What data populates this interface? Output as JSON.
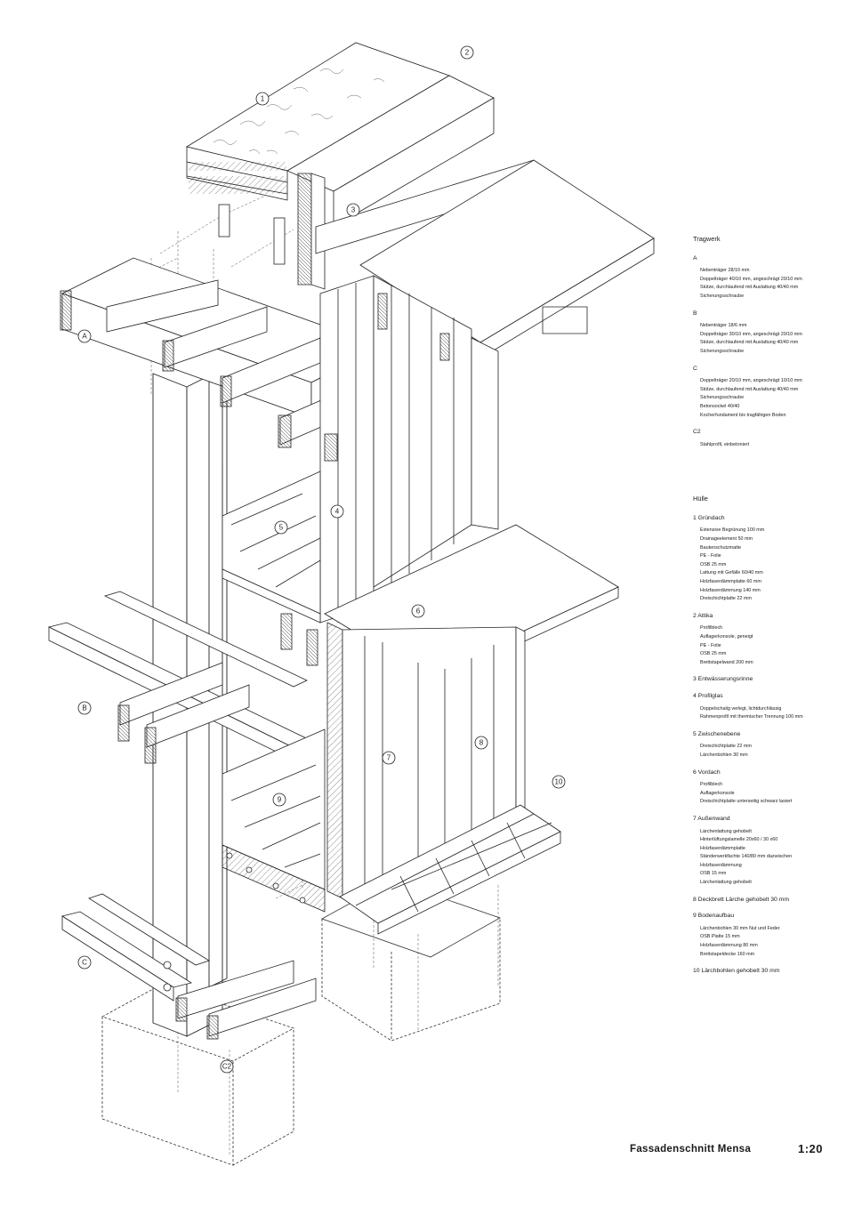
{
  "callouts": [
    {
      "id": "n1",
      "label": "1"
    },
    {
      "id": "n2",
      "label": "2"
    },
    {
      "id": "n3",
      "label": "3"
    },
    {
      "id": "n4",
      "label": "4"
    },
    {
      "id": "n5",
      "label": "5"
    },
    {
      "id": "n6",
      "label": "6"
    },
    {
      "id": "n7",
      "label": "7"
    },
    {
      "id": "n8",
      "label": "8"
    },
    {
      "id": "n9",
      "label": "9"
    },
    {
      "id": "n10",
      "label": "10"
    },
    {
      "id": "nA",
      "label": "A"
    },
    {
      "id": "nB",
      "label": "B"
    },
    {
      "id": "nC",
      "label": "C"
    },
    {
      "id": "nC2",
      "label": "C2"
    }
  ],
  "legend": {
    "tragwerk": {
      "title": "Tragwerk",
      "groups": [
        {
          "title": "A",
          "items": [
            "Nebenträger 28/10 mm",
            "Doppelträger 40/10 mm, angeschrägt 20/10 mm",
            "Stütze, durchlaufend mit Auslattung 40/40 mm",
            "Sicherungsschraube"
          ]
        },
        {
          "title": "B",
          "items": [
            "Nebenträger 18/6 mm",
            "Doppelträger 30/10 mm, angeschrägt 20/10 mm",
            "Stütze, durchlaufend mit Auslattung 40/40 mm",
            "Sicherungsschraube"
          ]
        },
        {
          "title": "C",
          "items": [
            "Doppelträger 20/10 mm, angeschrägt 10/10 mm",
            "Stütze, durchlaufend mit Auslattung 40/40 mm",
            "Sicherungsschraube",
            "Betonsockel 40/40",
            "Kocherfundament bis tragfähigen Boden"
          ]
        },
        {
          "title": "C2",
          "items": [
            "Stahlprofil, einbetoniert"
          ]
        }
      ]
    },
    "huelle": {
      "title": "Hülle",
      "groups": [
        {
          "title": "1 Gründach",
          "items": [
            "Extensive Begrünung 100 mm",
            "Drainageelement 50 mm",
            "Bautenschutzmatte",
            "PE - Folie",
            "OSB 25 mm",
            "Lattung mit Gefälle 60/40 mm",
            "Holzfaserdämmplatte 60 mm",
            "Holzfaserdämmung 140 mm",
            "Dreischichtplatte 22 mm"
          ]
        },
        {
          "title": "2 Attika",
          "items": [
            "Profilblech",
            "Auflagerkonsole, geneigt",
            "PE - Folie",
            "OSB 25 mm",
            "Brettstapelwand 200 mm"
          ]
        },
        {
          "title": "3 Entwässerungsrinne",
          "items": []
        },
        {
          "title": "4 Profilglas",
          "items": [
            "Doppelschalig verlegt, lichtdurchlässig",
            "Rahmenprofil mit thermischer Trennung 100 mm"
          ]
        },
        {
          "title": "5 Zwischenebene",
          "items": [
            "Dreischichtplatte 22 mm",
            "Lärchenbohlen 30 mm"
          ]
        },
        {
          "title": "6 Vordach",
          "items": [
            "Profilblech",
            "Auflagerkonsole",
            "Dreischichtplatte unterseitig schwarz lasiert"
          ]
        },
        {
          "title": "7 Außenwand",
          "items": [
            "Lärchenlattung gehobelt",
            "Hinterlüftungslamelle 20x60 / 30 x60",
            "Holzfaserdämmplatte",
            "Ständerwerkfächte 140/80 mm dazwischen",
            "Holzfaserdämmung",
            "OSB 15 mm",
            "Lärchenlattung gehobelt"
          ]
        },
        {
          "title": "8 Deckbrett Lärche gehobelt 30 mm",
          "items": []
        },
        {
          "title": "9 Bodenaufbau",
          "items": [
            "Lärchenbohlen 30 mm Nut und Feder",
            "OSB Platte 15 mm",
            "Holzfaserdämmung 80 mm",
            "Brettstapeldecke 160 mm"
          ]
        },
        {
          "title": "10 Lärchbohlen gehobelt 30 mm",
          "items": []
        }
      ]
    }
  },
  "sheet": {
    "title": "Fassadenschnitt Mensa",
    "scale": "1:20"
  }
}
